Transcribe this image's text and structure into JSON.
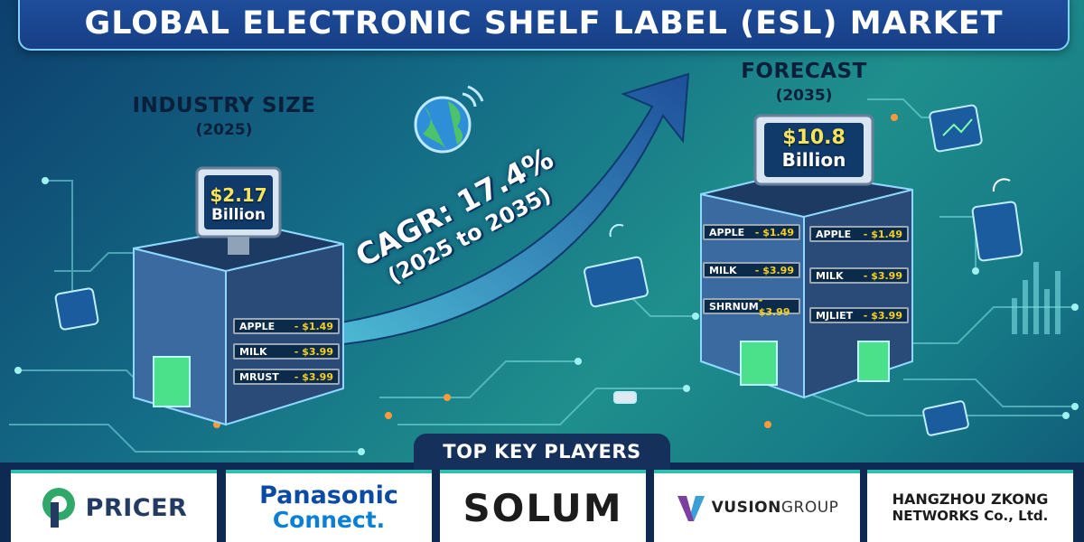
{
  "title": "GLOBAL ELECTRONIC SHELF LABEL (ESL) MARKET",
  "industry": {
    "heading": "INDUSTRY SIZE",
    "year": "(2025)",
    "value": "$2.17",
    "unit": "Billion"
  },
  "forecast": {
    "heading": "FORECAST",
    "year": "(2035)",
    "value": "$10.8",
    "unit": "Billion"
  },
  "cagr": {
    "line1": "CAGR: 17.4%",
    "line2": "(2025 to 2035)"
  },
  "left_labels": [
    {
      "item": "APPLE",
      "price": "- $1.49"
    },
    {
      "item": "MILK",
      "price": "- $3.99"
    },
    {
      "item": "MRUST",
      "price": "- $3.99"
    }
  ],
  "right_labels_left": [
    {
      "item": "APPLE",
      "price": "- $1.49"
    },
    {
      "item": "MILK",
      "price": "- $3.99"
    },
    {
      "item": "SHRNUM",
      "price": "- $3.99"
    }
  ],
  "right_labels_right": [
    {
      "item": "APPLE",
      "price": "- $1.49"
    },
    {
      "item": "MILK",
      "price": "- $3.99"
    },
    {
      "item": "MJLIET",
      "price": "- $3.99"
    }
  ],
  "players": {
    "title": "TOP KEY PLAYERS",
    "pricer": "PRICER",
    "panasonic_line1": "Panasonic",
    "panasonic_line2": "Connect.",
    "solum": "SOLUM",
    "vusion_bold": "VUSION",
    "vusion_regular": "GROUP",
    "hangzhou_line1": "HANGZHOU ZKONG",
    "hangzhou_line2": "NETWORKS Co., Ltd."
  },
  "colors": {
    "banner": "#1f4f9e",
    "accent": "#2fc0b4",
    "price": "#f5d020",
    "dark_navy": "#0f2a52"
  }
}
